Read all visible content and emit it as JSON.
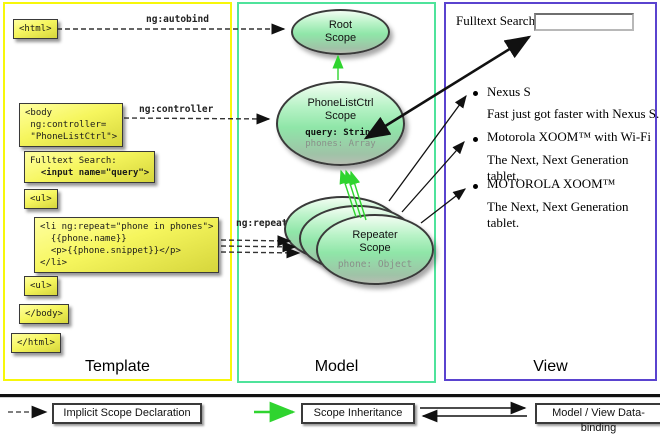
{
  "columns": {
    "template": {
      "label": "Template"
    },
    "model": {
      "label": "Model"
    },
    "view": {
      "label": "View"
    }
  },
  "code": {
    "html_open": "<html>",
    "body_open": "<body\n ng:controller=\n \"PhoneListCtrl\">",
    "fulltext_label": "Fulltext Search:",
    "fulltext_input": "  <input name=\"query\">",
    "ul_open": "<ul>",
    "li_repeat": "<li ng:repeat=\"phone in phones\">\n  {{phone.name}}\n  <p>{{phone.snippet}}</p>\n</li>",
    "ul_close": "<ul>",
    "body_close": "</body>",
    "html_close": "</html>"
  },
  "edges": {
    "autobind": "ng:autobind",
    "controller": "ng:controller",
    "repeat": "ng:repeat"
  },
  "scopes": {
    "root": {
      "title": "Root\nScope"
    },
    "phonelist": {
      "title": "PhoneListCtrl\nScope",
      "prop_query": "query: String",
      "prop_phones": "phones: Array"
    },
    "repeater": {
      "title": "Repeater\nScope",
      "prop_phone": "phone: Object"
    }
  },
  "view": {
    "search_label": "Fulltext Search:",
    "search_value": "",
    "items": [
      {
        "name": "Nexus S",
        "desc": "Fast just got faster with Nexus S."
      },
      {
        "name": "Motorola XOOM™  with Wi-Fi",
        "desc": "The Next, Next Generation tablet."
      },
      {
        "name": "MOTOROLA XOOM™",
        "desc": "The Next, Next Generation tablet."
      }
    ]
  },
  "legend": {
    "implicit": "Implicit Scope Declaration",
    "inheritance": "Scope Inheritance",
    "binding": "Model / View Data-binding"
  },
  "colors": {
    "template_border": "#f7f70a",
    "model_border": "#4fe39b",
    "view_border": "#5a43cf",
    "inheritance_green": "#2fd42f",
    "code_yellow": "#f6f65e",
    "scope_green": "#8fe6a8"
  }
}
